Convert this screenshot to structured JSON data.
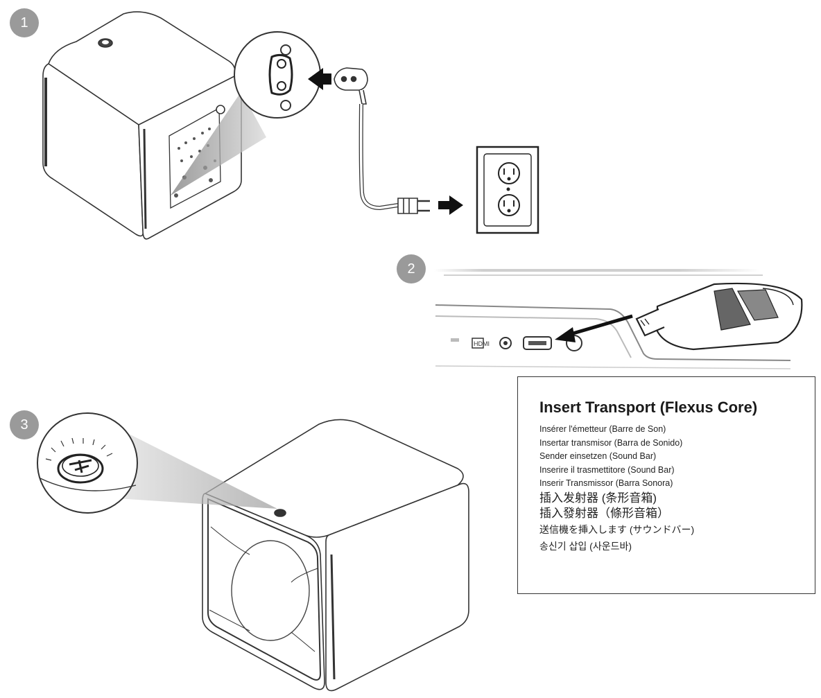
{
  "steps": [
    "1",
    "2",
    "3"
  ],
  "instruction": {
    "title": "Insert Transport (Flexus Core)",
    "translations": [
      "Insérer l'émetteur (Barre de Son)",
      "Insertar transmisor (Barra de Sonido)",
      "Sender einsetzen (Sound Bar)",
      "Inserire il trasmettitore (Sound Bar)",
      "Inserir Transmissor (Barra Sonora)",
      "插入发射器 (条形音箱)",
      "插入發射器（條形音箱）",
      "送信機を挿入します (サウンドバー)",
      "송신기 삽입 (사운드바)"
    ]
  },
  "port_label": "HDMI"
}
